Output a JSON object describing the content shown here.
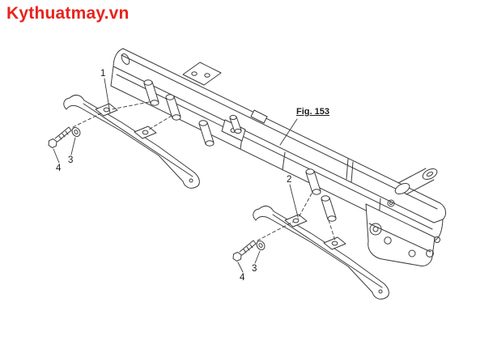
{
  "brand": {
    "text": "Kythuatmay.vn",
    "color": "#e8231c"
  },
  "diagram": {
    "figure_label": "Fig. 153",
    "line_color": "#3a3a3a",
    "background": "#ffffff",
    "callouts": [
      {
        "label": "1"
      },
      {
        "label": "2"
      },
      {
        "label": "3"
      },
      {
        "label": "4"
      },
      {
        "label": "3"
      },
      {
        "label": "4"
      }
    ]
  }
}
